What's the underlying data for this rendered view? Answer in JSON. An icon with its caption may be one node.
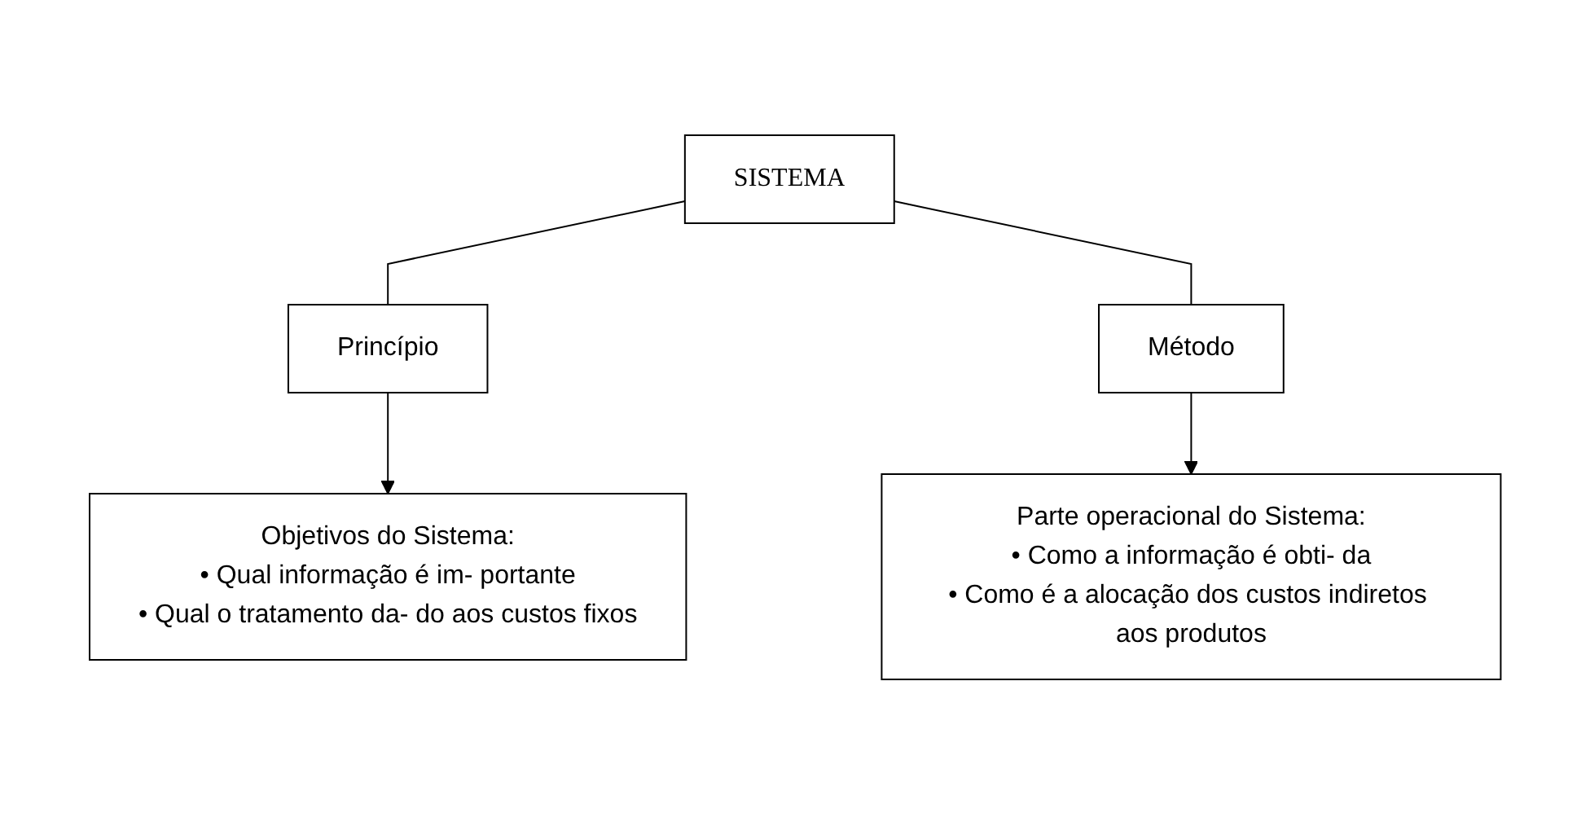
{
  "diagram": {
    "nodes": [
      {
        "text": [
          "SISTEMA"
        ]
      },
      {
        "text": [
          "Princípio"
        ]
      },
      {
        "text": [
          "Método"
        ]
      },
      {
        "text": [
          "Objetivos do Sistema:",
          "• Qual informação é im- portante",
          "• Qual o tratamento da- do aos custos fixos"
        ]
      },
      {
        "text": [
          "Parte operacional do Sistema:",
          "• Como a informação é obti- da",
          "• Como é a alocação dos custos indiretos aos produtos"
        ]
      }
    ],
    "edges": [
      {
        "from": 0,
        "to": 1,
        "arrow": "none"
      },
      {
        "from": 0,
        "to": 2,
        "arrow": "none"
      },
      {
        "from": 1,
        "to": 3,
        "arrow": "to"
      },
      {
        "from": 2,
        "to": 4,
        "arrow": "to"
      }
    ]
  }
}
